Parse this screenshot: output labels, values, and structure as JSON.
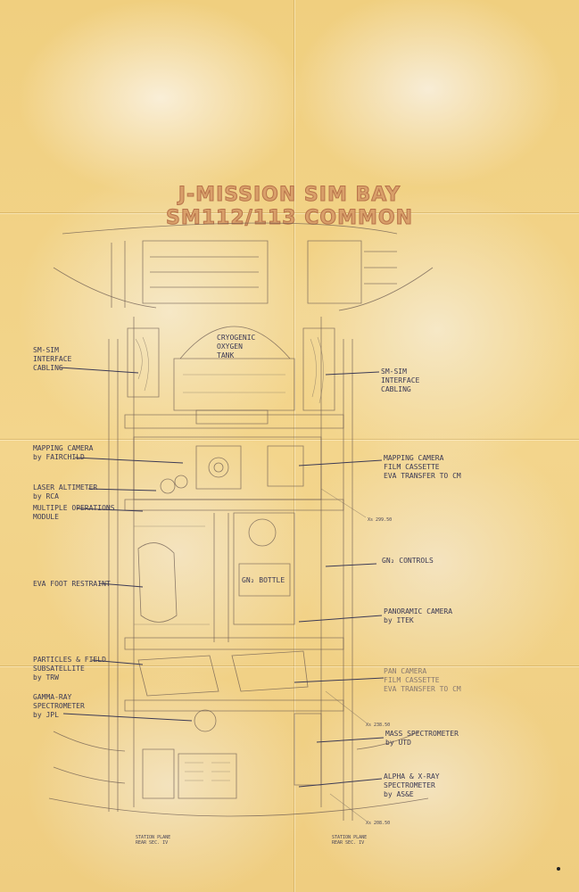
{
  "title": {
    "line1": "J-MISSION SIM BAY",
    "line2": "SM112/113 COMMON"
  },
  "labels": {
    "sm_sim_left": [
      "SM-SIM",
      "INTERFACE",
      "CABLING"
    ],
    "cryogenic": [
      "CRYOGENIC",
      "OXYGEN",
      "TANK"
    ],
    "sm_sim_right": [
      "SM-SIM",
      "INTERFACE",
      "CABLING"
    ],
    "mapping_camera": [
      "MAPPING CAMERA",
      "by FAIRCHILD"
    ],
    "mapping_cassette": [
      "MAPPING CAMERA",
      "FILM CASSETTE",
      "EVA TRANSFER TO CM"
    ],
    "laser_altimeter": [
      "LASER ALTIMETER",
      "by RCA"
    ],
    "multiple_ops": [
      "MULTIPLE OPERATIONS",
      "MODULE"
    ],
    "xs_1": "Xs 299.50",
    "gn2_controls": "GN₂ CONTROLS",
    "eva_foot": "EVA FOOT RESTRAINT",
    "gn2_bottle": "GN₂ BOTTLE",
    "panoramic": [
      "PANORAMIC CAMERA",
      "by ITEK"
    ],
    "particles": [
      "PARTICLES & FIELD",
      "SUBSATELLITE",
      "by TRW"
    ],
    "pan_cassette": [
      "PAN CAMERA",
      "FILM CASSETTE",
      "EVA TRANSFER TO CM"
    ],
    "gamma": [
      "GAMMA-RAY",
      "SPECTROMETER",
      "by JPL"
    ],
    "xs_2": "Xs 238.50",
    "mass_spec": [
      "MASS SPECTROMETER",
      "by UTD"
    ],
    "alpha": [
      "ALPHA & X-RAY",
      "SPECTROMETER",
      "by AS&E"
    ],
    "xs_3": "Xs 208.50",
    "station_left": [
      "STATION PLANE",
      "REAR SEC. IV"
    ],
    "station_right": [
      "STATION PLANE",
      "REAR SEC. IV"
    ]
  }
}
